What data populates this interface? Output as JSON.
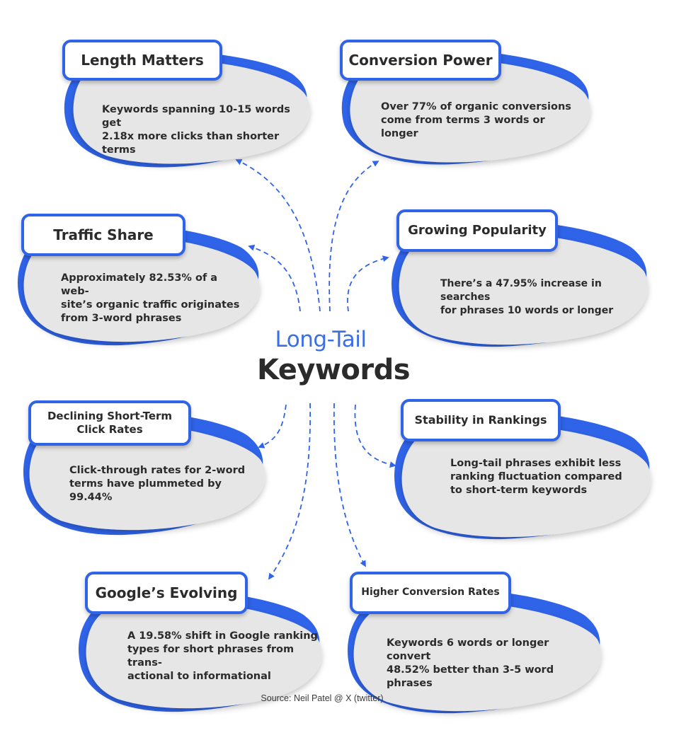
{
  "center": {
    "line1": "Long-Tail",
    "line2": "Keywords"
  },
  "source": "Source: Neil Patel @ X (twitter)",
  "colors": {
    "accent": "#2f63e8",
    "blob": "#e6e6e6",
    "text": "#2b2b2b"
  },
  "cards": [
    {
      "title": "Length Matters",
      "text": [
        "Keywords spanning 10-15 words get",
        "2.18x more clicks than shorter terms"
      ]
    },
    {
      "title": "Conversion Power",
      "text": [
        "Over 77% of organic conversions",
        "come from terms 3 words or longer"
      ]
    },
    {
      "title": "Traffic Share",
      "text": [
        "Approximately 82.53% of a web-",
        "site’s organic traffic originates",
        "from 3-word phrases"
      ]
    },
    {
      "title": "Growing Popularity",
      "text": [
        "There’s a 47.95% increase in searches",
        "for phrases 10 words or longer"
      ]
    },
    {
      "title": [
        "Declining Short-Term",
        "Click Rates"
      ],
      "text": [
        "Click-through rates for 2-word",
        "terms have plummeted by 99.44%"
      ]
    },
    {
      "title": "Stability in Rankings",
      "text": [
        "Long-tail phrases exhibit less",
        "ranking fluctuation compared",
        "to short-term keywords"
      ]
    },
    {
      "title": "Google’s Evolving",
      "text": [
        "A 19.58% shift in Google ranking",
        "types for short phrases from trans-",
        "actional to informational"
      ]
    },
    {
      "title": "Higher Conversion Rates",
      "text": [
        "Keywords 6 words or longer convert",
        "48.52% better than 3-5 word phrases"
      ]
    }
  ]
}
